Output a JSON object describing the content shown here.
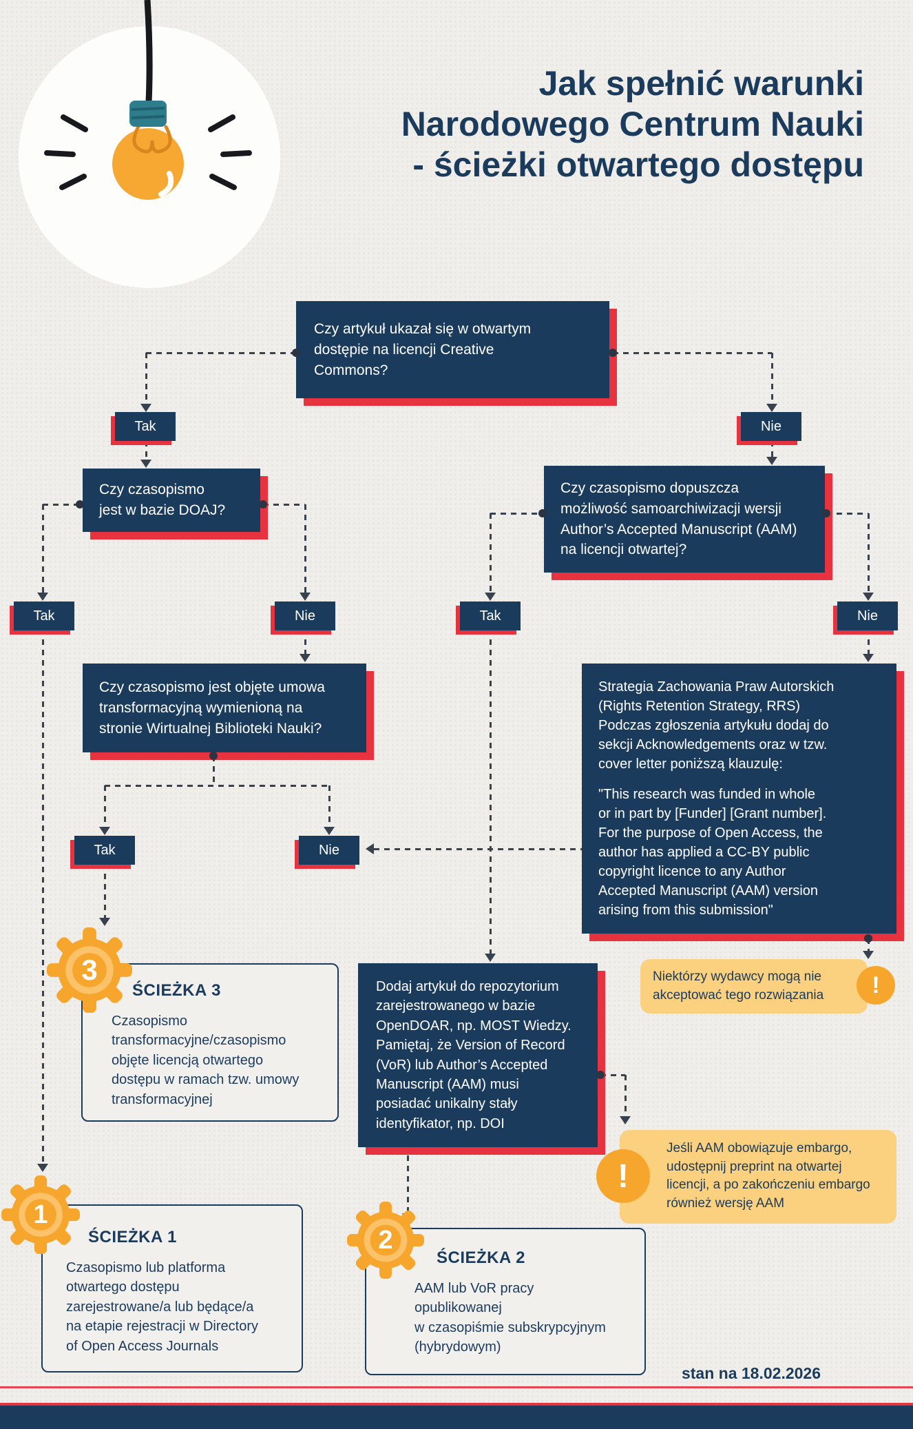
{
  "title": {
    "line1": "Jak spełnić warunki",
    "line2": "Narodowego Centrum Nauki",
    "line3": "- ścieżki otwartego dostępu"
  },
  "labels": {
    "yes": "Tak",
    "no": "Nie"
  },
  "questions": {
    "open_access_cc": "Czy artykuł ukazał się w otwartym\ndostępie na licencji Creative\nCommons?",
    "doaj": "Czy czasopismo\njest w bazie DOAJ?",
    "self_archiving": "Czy czasopismo dopuszcza\nmożliwość samoarchiwizacji wersji\nAuthor’s Accepted Manuscript (AAM)\nna licencji otwartej?",
    "transformative": "Czy czasopismo jest objęte umowa\ntransformacyjną wymienioną na\nstronie Wirtualnej Biblioteki Nauki?"
  },
  "actions": {
    "rrs_intro": "Strategia Zachowania Praw Autorskich\n(Rights Retention Strategy, RRS)\nPodczas zgłoszenia artykułu dodaj do\nsekcji Acknowledgements oraz w tzw.\ncover letter poniższą klauzulę:",
    "rrs_clause": "\"This research was funded in whole\nor in part by [Funder] [Grant number].\nFor the purpose of Open Access, the\nauthor has applied a CC-BY public\ncopyright licence to any Author\nAccepted Manuscript (AAM) version\narising from this submission\"",
    "repository": "Dodaj artykuł do repozytorium\nzarejestrowanego w bazie\nOpenDOAR, np. MOST Wiedzy.\nPamiętaj, że Version of Record\n(VoR) lub Author’s Accepted\nManuscript (AAM) musi\nposiadać unikalny stały\nidentyfikator, np. DOI"
  },
  "notes": {
    "publishers": "Niektórzy wydawcy mogą nie\nakceptować tego rozwiązania",
    "embargo": "Jeśli AAM obowiązuje embargo,\nudostępnij preprint na otwartej\nlicencji, a po zakończeniu embargo\nrównież wersję AAM"
  },
  "paths": {
    "path3": {
      "number": "3",
      "title": "ŚCIEŻKA 3",
      "text": "Czasopismo\ntransformacyjne/czasopismo\nobjęte licencją otwartego\ndostępu w ramach tzw. umowy\ntransformacyjnej"
    },
    "path1": {
      "number": "1",
      "title": "ŚCIEŻKA 1",
      "text": "Czasopismo lub platforma\notwartego dostępu\nzarejestrowane/a lub będące/a\nna etapie rejestracji w Directory\nof Open Access Journals"
    },
    "path2": {
      "number": "2",
      "title": "ŚCIEŻKA 2",
      "text": "AAM lub VoR pracy\nopublikowanej\nw czasopiśmie subskrypcyjnym\n(hybrydowym)"
    }
  },
  "icons": {
    "warning_mark": "!"
  },
  "footer": {
    "date": "stan na 18.02.2026"
  },
  "colors": {
    "navy": "#1b3b5d",
    "red": "#e6333f",
    "orange": "#f6a62c",
    "yellow_light": "#fbd07e",
    "background": "#f0eeea"
  }
}
